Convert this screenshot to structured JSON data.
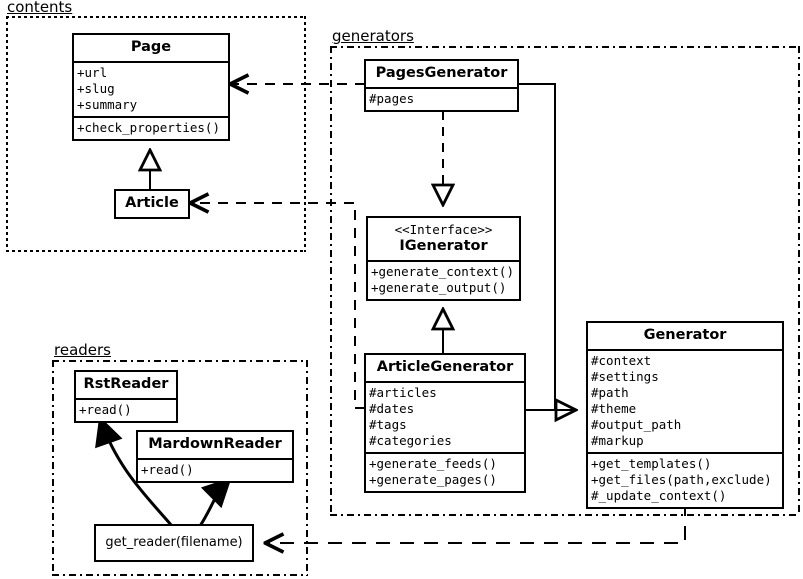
{
  "diagram": {
    "type": "uml-class-diagram",
    "packages": [
      {
        "id": "contents",
        "label": "contents"
      },
      {
        "id": "generators",
        "label": "generators"
      },
      {
        "id": "readers",
        "label": "readers"
      }
    ],
    "classes": {
      "page": {
        "name": "Page",
        "attributes": [
          "+url",
          "+slug",
          "+summary"
        ],
        "methods": [
          "+check_properties()"
        ]
      },
      "article": {
        "name": "Article",
        "attributes": [],
        "methods": []
      },
      "pages_generator": {
        "name": "PagesGenerator",
        "attributes": [
          "#pages"
        ],
        "methods": []
      },
      "igenerator": {
        "stereotype": "<<Interface>>",
        "name": "IGenerator",
        "attributes": [],
        "methods": [
          "+generate_context()",
          "+generate_output()"
        ]
      },
      "article_generator": {
        "name": "ArticleGenerator",
        "attributes": [
          "#articles",
          "#dates",
          "#tags",
          "#categories"
        ],
        "methods": [
          "+generate_feeds()",
          "+generate_pages()"
        ]
      },
      "generator": {
        "name": "Generator",
        "attributes": [
          "#context",
          "#settings",
          "#path",
          "#theme",
          "#output_path",
          "#markup"
        ],
        "methods": [
          "+get_templates()",
          "+get_files(path,exclude)",
          "#_update_context()"
        ]
      },
      "rst_reader": {
        "name": "RstReader",
        "attributes": [],
        "methods": [
          "+read()"
        ]
      },
      "markdown_reader": {
        "name": "MardownReader",
        "attributes": [],
        "methods": [
          "+read()"
        ]
      },
      "get_reader": {
        "name": "get_reader(filename)",
        "attributes": [],
        "methods": []
      }
    },
    "relationships": [
      {
        "kind": "generalization",
        "from": "Article",
        "to": "Page"
      },
      {
        "kind": "realization",
        "from": "PagesGenerator",
        "to": "IGenerator"
      },
      {
        "kind": "generalization",
        "from": "ArticleGenerator",
        "to": "IGenerator"
      },
      {
        "kind": "generalization",
        "from": "PagesGenerator",
        "to": "Generator"
      },
      {
        "kind": "generalization",
        "from": "ArticleGenerator",
        "to": "Generator"
      },
      {
        "kind": "dependency",
        "from": "PagesGenerator",
        "to": "Page"
      },
      {
        "kind": "dependency",
        "from": "ArticleGenerator",
        "to": "Article"
      },
      {
        "kind": "dependency",
        "from": "Generator",
        "to": "get_reader(filename)"
      },
      {
        "kind": "association",
        "from": "get_reader(filename)",
        "to": "RstReader"
      },
      {
        "kind": "association",
        "from": "get_reader(filename)",
        "to": "MardownReader"
      }
    ],
    "colors": {
      "stroke": "#000000",
      "background": "#ffffff"
    }
  }
}
